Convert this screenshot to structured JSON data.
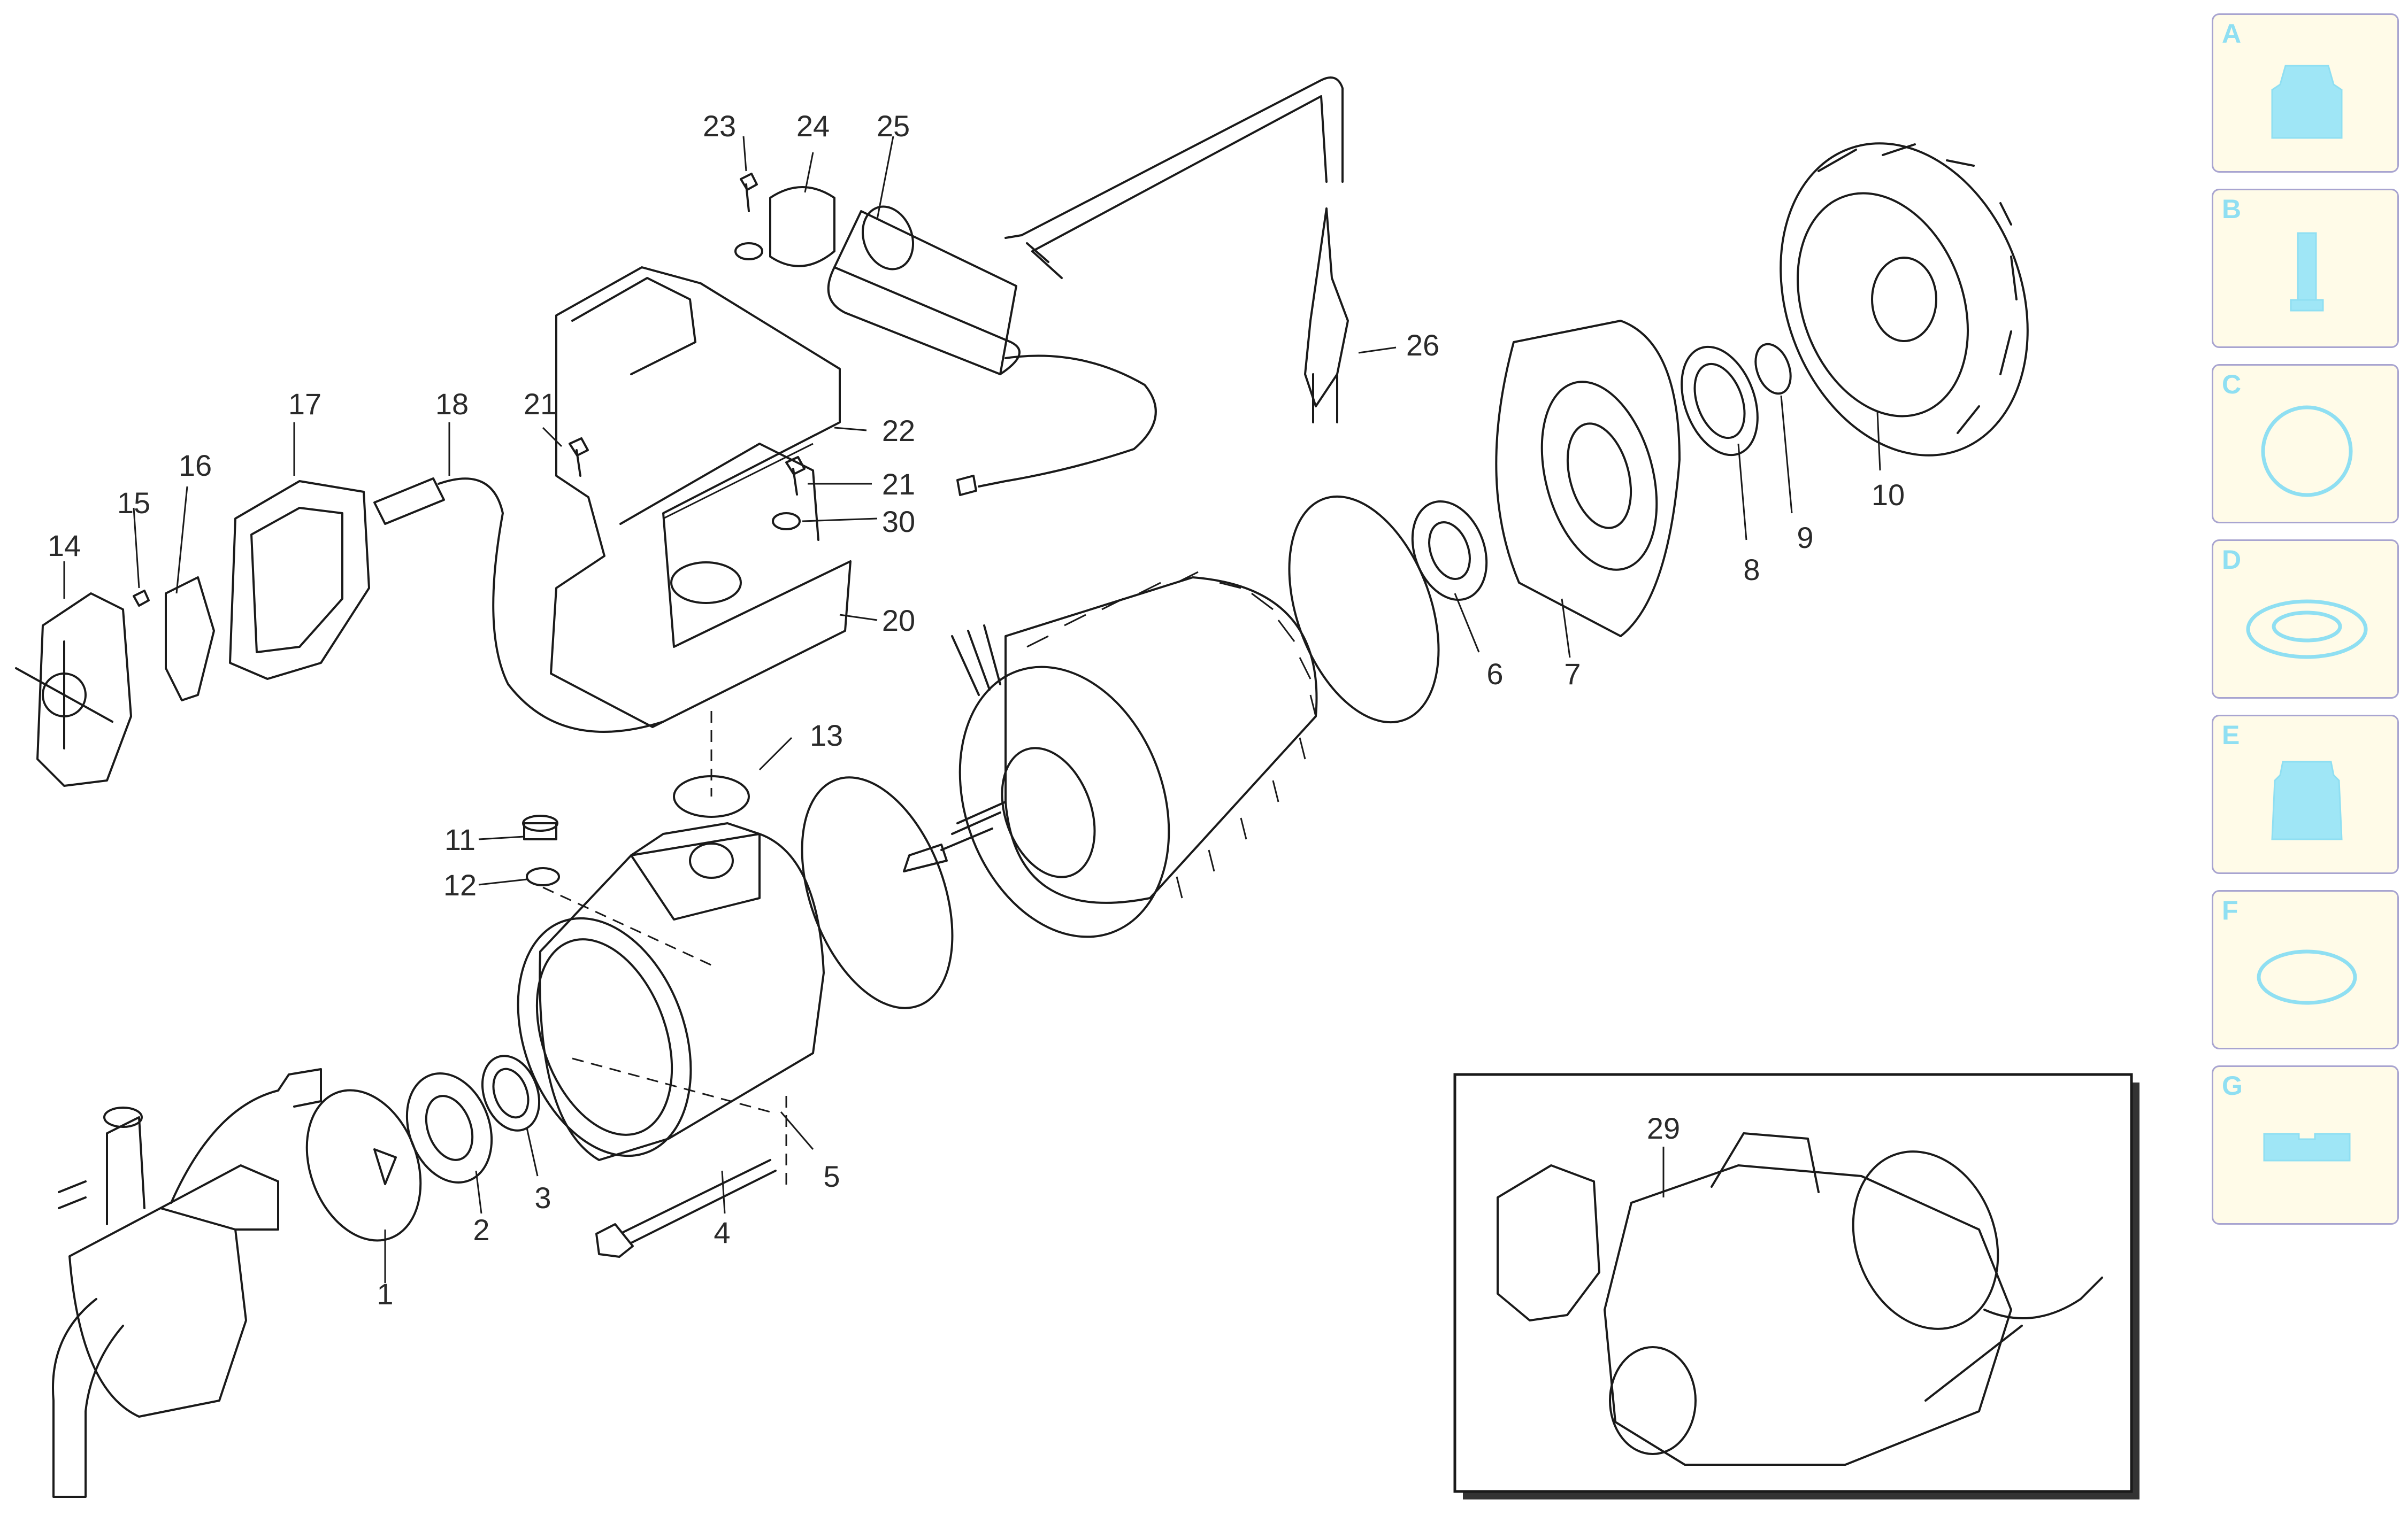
{
  "diagram": {
    "callouts": [
      "1",
      "2",
      "3",
      "4",
      "5",
      "6",
      "7",
      "8",
      "9",
      "10",
      "11",
      "12",
      "13",
      "14",
      "15",
      "16",
      "17",
      "18",
      "20",
      "21",
      "21",
      "22",
      "23",
      "24",
      "25",
      "26",
      "29",
      "30"
    ],
    "inset_label": "29"
  },
  "legend": {
    "tiles": [
      {
        "letter": "A",
        "icon": "pressure-switch-icon"
      },
      {
        "letter": "B",
        "icon": "plunger-icon"
      },
      {
        "letter": "C",
        "icon": "seal-ring-icon"
      },
      {
        "letter": "D",
        "icon": "gasket-icon"
      },
      {
        "letter": "E",
        "icon": "bellows-icon"
      },
      {
        "letter": "F",
        "icon": "o-ring-icon"
      },
      {
        "letter": "G",
        "icon": "bracket-icon"
      }
    ]
  },
  "colors": {
    "legend_bg": "#fffbe8",
    "legend_border": "#a8a4d0",
    "legend_icon": "#8fdff2",
    "line": "#1a1a1a"
  }
}
